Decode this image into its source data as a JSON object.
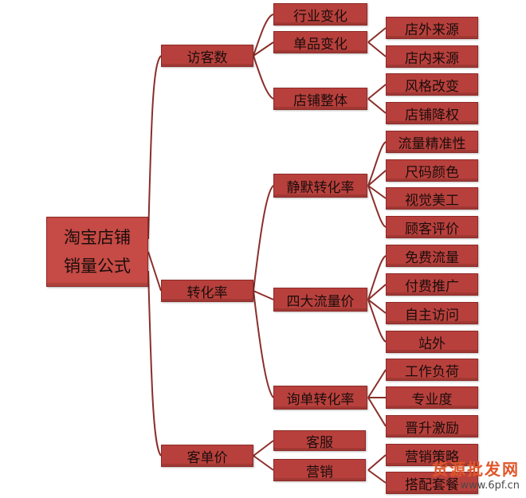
{
  "root": {
    "line1": "淘宝店铺",
    "line2": "销量公式"
  },
  "level1": {
    "visitors": "访客数",
    "conversion": "转化率",
    "avg_order": "客单价"
  },
  "level2": {
    "industry_change": "行业变化",
    "item_change": "单品变化",
    "store_overall": "店铺整体",
    "silent_conversion": "静默转化率",
    "four_traffic": "四大流量价",
    "inquiry_conversion": "询单转化率",
    "customer_service": "客服",
    "marketing": "营销"
  },
  "level3": {
    "external_source": "店外来源",
    "internal_source": "店内来源",
    "style_change": "风格改变",
    "downgrade": "店铺降权",
    "traffic_precision": "流量精准性",
    "size_color": "尺码颜色",
    "visual_design": "视觉美工",
    "customer_review": "顾客评价",
    "free_traffic": "免费流量",
    "paid_promotion": "付费推广",
    "direct_visit": "自主访问",
    "offsite": "站外",
    "workload": "工作负荷",
    "professionalism": "专业度",
    "promotion_incentive": "晋升激励",
    "marketing_strategy": "营销策略",
    "bundle": "搭配套餐"
  },
  "watermark": {
    "text_top": "货源批发网",
    "text_bottom": "www.6pf.cn"
  },
  "colors": {
    "node_fill": "#b8403c",
    "node_border": "#8e2a27",
    "line": "#8b2e2a"
  }
}
